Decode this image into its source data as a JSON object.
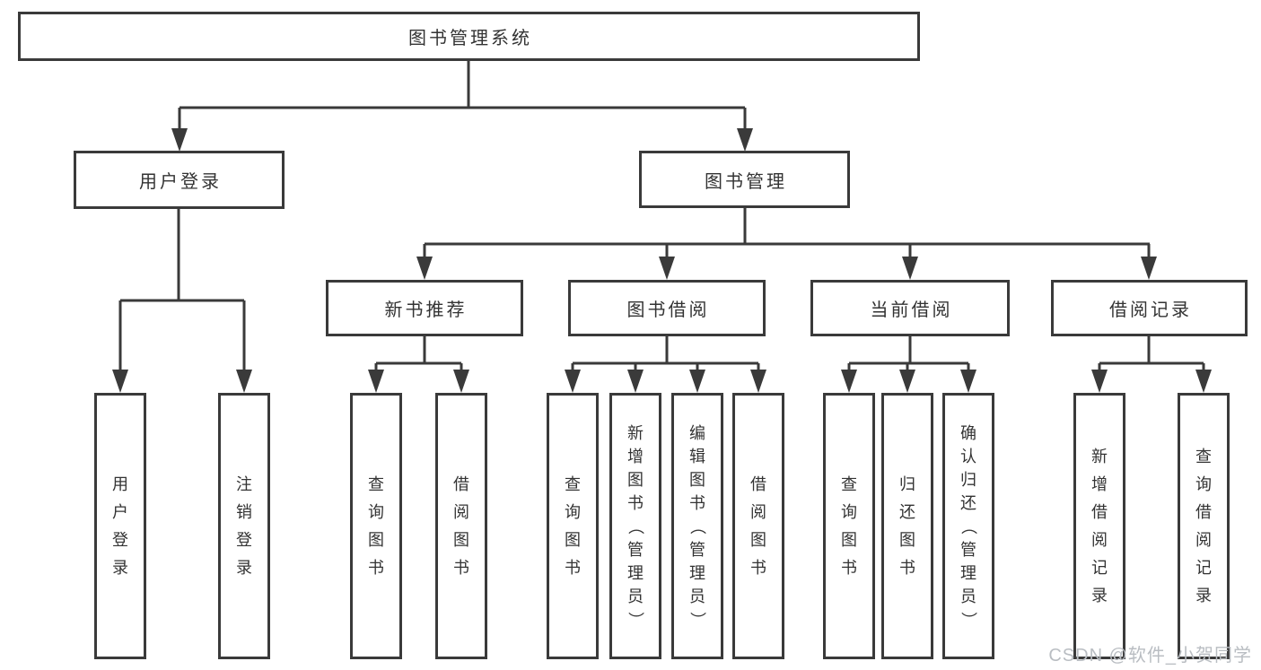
{
  "diagram": {
    "title_node": "图书管理系统",
    "root": {
      "label": "图书管理系统",
      "children": [
        {
          "label": "用户登录",
          "children": [
            "用户登录",
            "注销登录"
          ]
        },
        {
          "label": "图书管理",
          "children": [
            {
              "label": "新书推荐",
              "children": [
                "查询图书",
                "借阅图书"
              ]
            },
            {
              "label": "图书借阅",
              "children": [
                "查询图书",
                "新增图书（管理员）",
                "编辑图书（管理员）",
                "借阅图书"
              ]
            },
            {
              "label": "当前借阅",
              "children": [
                "查询图书",
                "归还图书",
                "确认归还（管理员）"
              ]
            },
            {
              "label": "借阅记录",
              "children": [
                "新增借阅记录",
                "查询借阅记录"
              ]
            }
          ]
        }
      ]
    },
    "colors": {
      "line": "#3a3a3a",
      "text": "#333333",
      "background": "#ffffff",
      "watermark": "#b9bdc2"
    }
  },
  "watermark": {
    "text": "CSDN @软件_小贺同学"
  }
}
